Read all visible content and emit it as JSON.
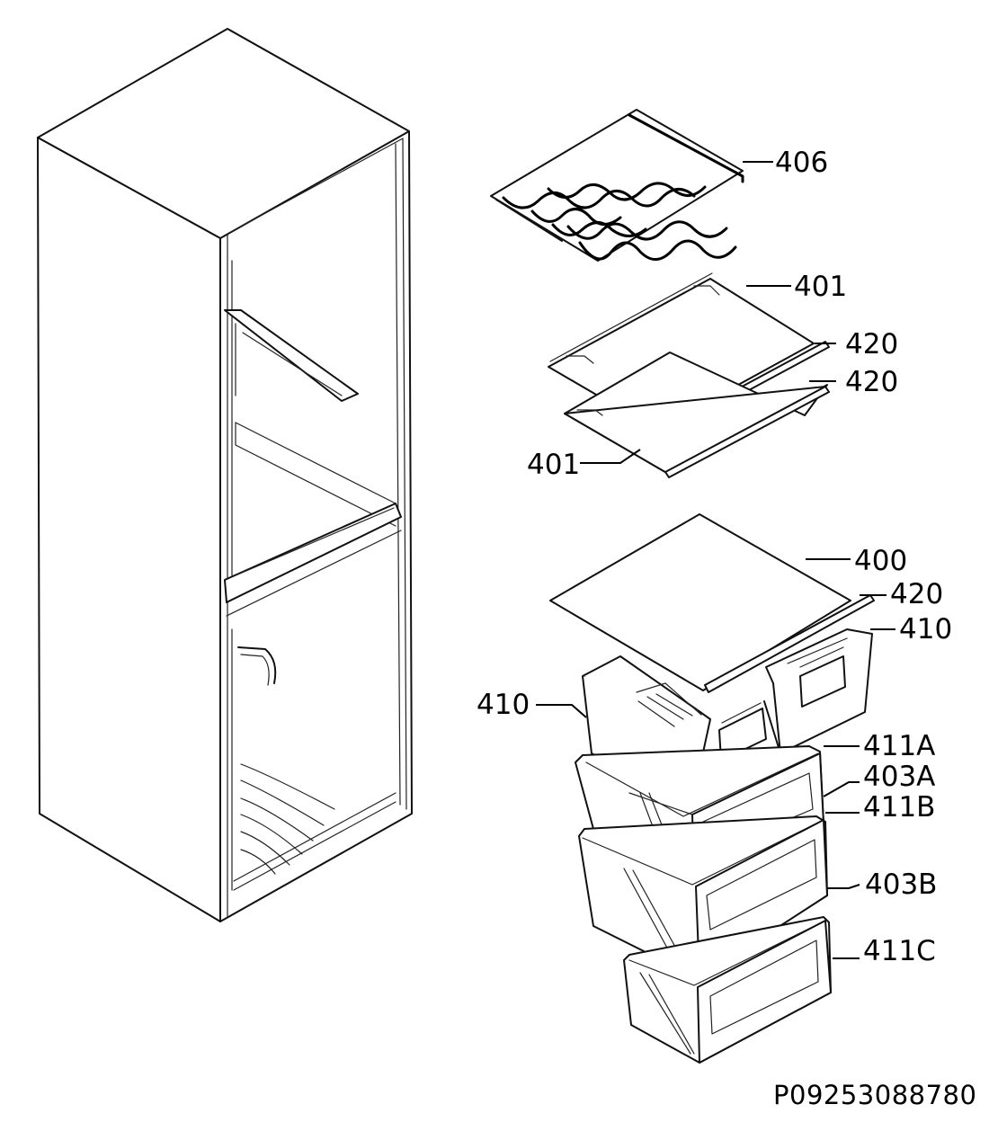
{
  "labels": {
    "l406": "406",
    "l401a": "401",
    "l420a": "420",
    "l420b": "420",
    "l401b": "401",
    "l400": "400",
    "l420c": "420",
    "l410r": "410",
    "l410l": "410",
    "l411a": "411A",
    "l403a": "403A",
    "l411b": "411B",
    "l403b": "403B",
    "l411c": "411C"
  },
  "document_id": "P09253088780"
}
